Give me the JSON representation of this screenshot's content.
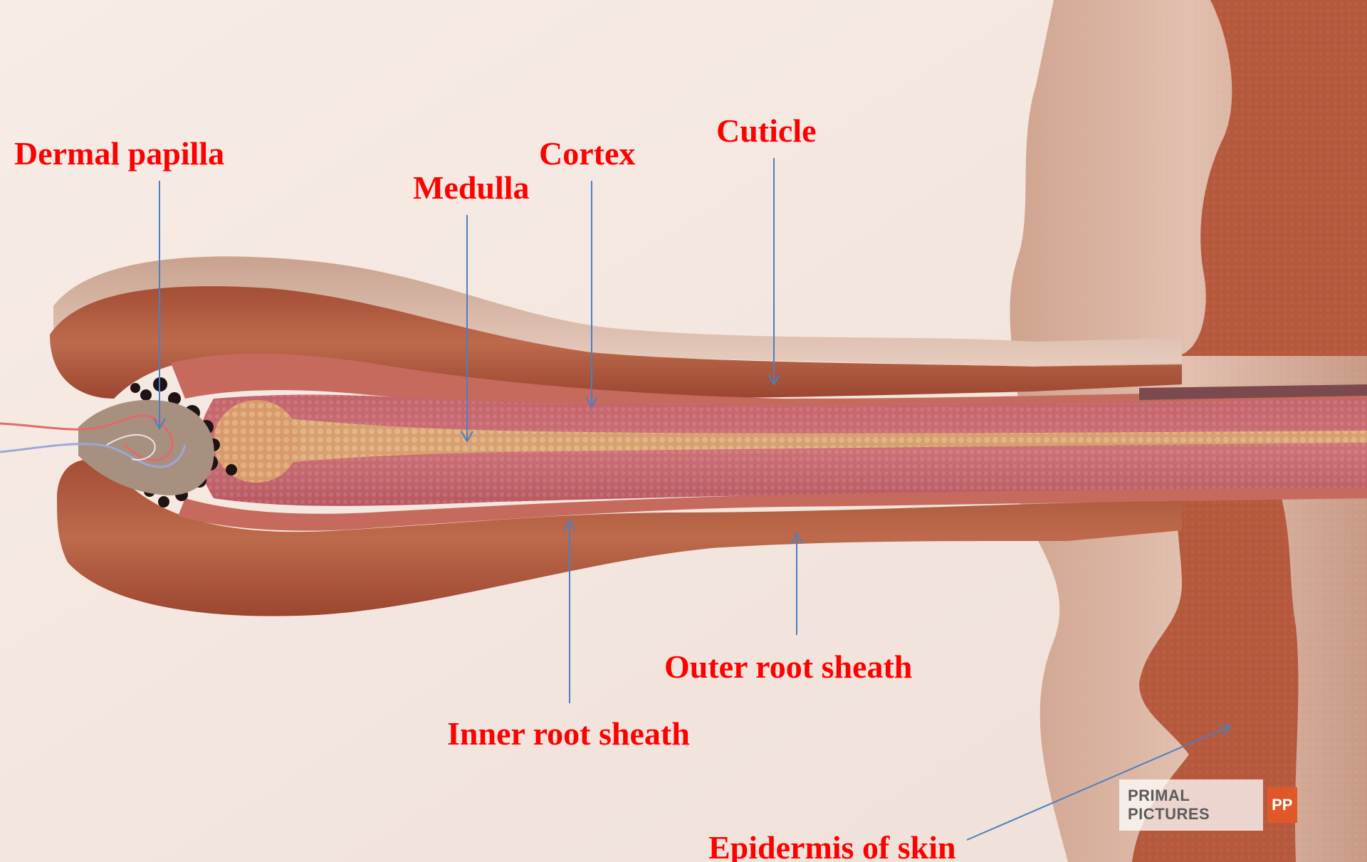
{
  "labels": {
    "dermal_papilla": "Dermal papilla",
    "medulla": "Medulla",
    "cortex": "Cortex",
    "cuticle": "Cuticle",
    "outer_root_sheath": "Outer root sheath",
    "inner_root_sheath": "Inner root sheath",
    "epidermis": "Epidermis of skin"
  },
  "watermark": {
    "text": "PRIMAL PICTURES",
    "logo": "PP"
  },
  "colors": {
    "label_text": "#ff0000",
    "arrow": "#4a7fc1",
    "background": "#f3e6df",
    "outer_sheath": "#b15a3e",
    "hair_shaft": "#c05a60",
    "medulla": "#d8a070",
    "skin_fold": "#d9b29d",
    "watermark_logo": "#e0582a"
  },
  "icons": {
    "logo": "primal-pictures-logo"
  }
}
